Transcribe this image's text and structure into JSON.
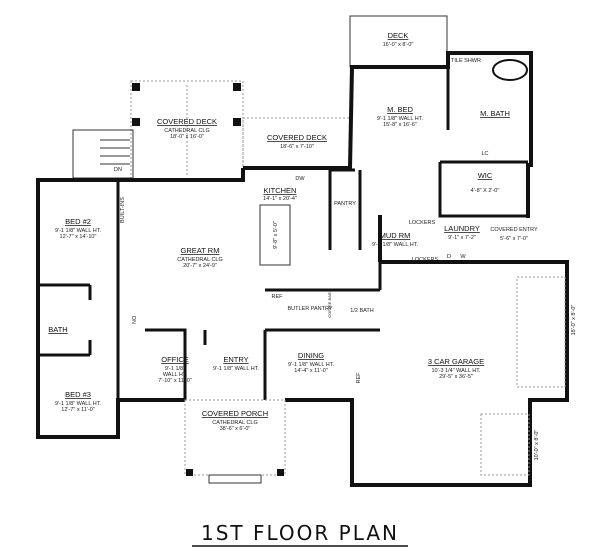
{
  "title": "1ST FLOOR PLAN",
  "rooms": [
    {
      "id": "covered-deck-1",
      "name": "COVERED DECK",
      "lines": [
        "CATHEDRAL CLG",
        "18'-0\" x 16'-0\""
      ]
    },
    {
      "id": "covered-deck-2",
      "name": "COVERED DECK",
      "lines": [
        "18'-6\" x 7'-10\""
      ]
    },
    {
      "id": "deck",
      "name": "DECK",
      "lines": [
        "16'-0\" x 8'-0\""
      ]
    },
    {
      "id": "m-bed",
      "name": "M. BED",
      "lines": [
        "9'-1 1/8\" WALL HT.",
        "15'-8\" x 16'-6\""
      ]
    },
    {
      "id": "m-bath",
      "name": "M. BATH",
      "lines": []
    },
    {
      "id": "tile-shower",
      "name": "TILE SHWR",
      "lines": []
    },
    {
      "id": "wic",
      "name": "WIC",
      "lines": [
        "4'-8\" X 2'-0\""
      ]
    },
    {
      "id": "kitchen",
      "name": "KITCHEN",
      "lines": [
        "14'-1\" x 20'-4\""
      ]
    },
    {
      "id": "pantry",
      "name": "PANTRY",
      "lines": []
    },
    {
      "id": "mud-rm",
      "name": "MUD RM",
      "lines": [
        "9'-1 1/8\" WALL HT."
      ]
    },
    {
      "id": "laundry",
      "name": "LAUNDRY",
      "lines": [
        "9'-1\" x 7'-2\""
      ]
    },
    {
      "id": "covered-entry",
      "name": "COVERED ENTRY",
      "lines": [
        "5'-6\" x 7'-0\""
      ]
    },
    {
      "id": "bed-2",
      "name": "BED #2",
      "lines": [
        "9'-1 1/8\" WALL HT.",
        "12'-7\" x 14'-10\""
      ]
    },
    {
      "id": "great-rm",
      "name": "GREAT RM",
      "lines": [
        "CATHEDRAL CLG",
        "20'-7\" x 24'-9\""
      ]
    },
    {
      "id": "bath",
      "name": "BATH",
      "lines": []
    },
    {
      "id": "bed-3",
      "name": "BED #3",
      "lines": [
        "9'-1 1/8\" WALL HT.",
        "12'-7\" x 11'-0\""
      ]
    },
    {
      "id": "office",
      "name": "OFFICE",
      "lines": [
        "9'-1 1/8\"",
        "WALL HT.",
        "7'-10\" x 11'-0\""
      ]
    },
    {
      "id": "entry",
      "name": "ENTRY",
      "lines": [
        "9'-1 1/8\" WALL HT."
      ]
    },
    {
      "id": "dining",
      "name": "DINING",
      "lines": [
        "9'-1 1/8\" WALL HT.",
        "14'-4\" x 11'-0\""
      ]
    },
    {
      "id": "butler-pantry",
      "name": "BUTLER PANTRY",
      "lines": []
    },
    {
      "id": "half-bath",
      "name": "1/2 BATH",
      "lines": []
    },
    {
      "id": "garage",
      "name": "3 CAR GARAGE",
      "lines": [
        "10'-3 1/4\" WALL HT.",
        "29'-5\" x 36'-5\""
      ]
    },
    {
      "id": "covered-porch",
      "name": "COVERED PORCH",
      "lines": [
        "CATHEDRAL CLG",
        "38'-6\" x 6'-0\""
      ]
    }
  ],
  "annotations": {
    "dn1": "DN",
    "dn2": "DN",
    "builtins": "BUILT-INS",
    "island": "9'-8\" x 5'-0\"",
    "dw": "DW",
    "ref1": "REF",
    "ref2": "REF",
    "lockers1": "LOCKERS",
    "lockers2": "LOCKERS",
    "lc": "LC",
    "d": "D",
    "w": "W",
    "coffee_bar": "COFFEE BAR",
    "garage_door_1": "18'-0\" x 8'-0\"",
    "garage_door_2": "10'-0\" x 8'-0\""
  }
}
